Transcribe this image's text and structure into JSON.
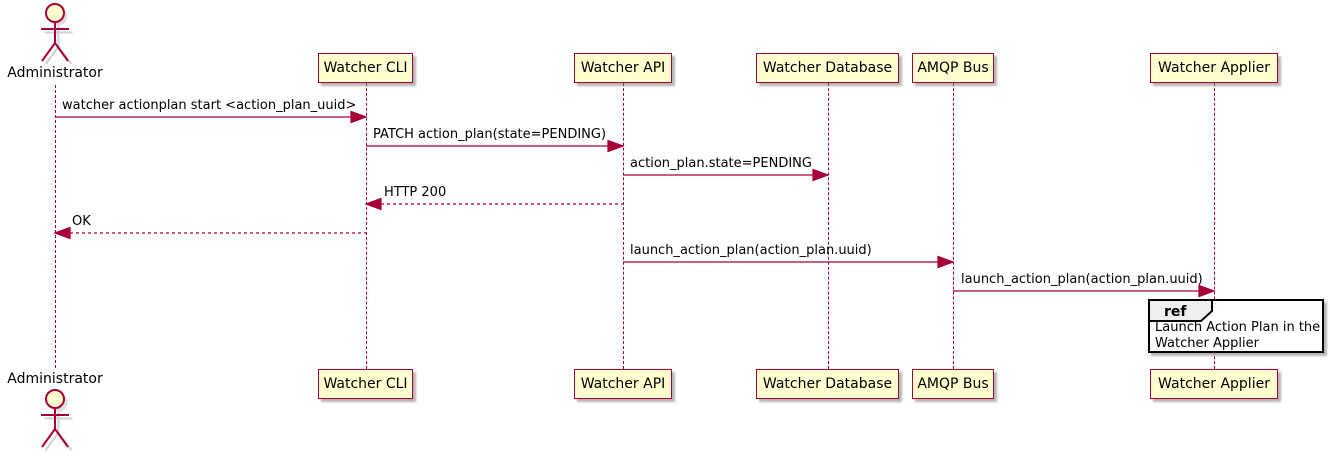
{
  "diagram": {
    "type": "uml-sequence",
    "actor": {
      "name": "Administrator"
    },
    "participants": [
      {
        "label": "Watcher CLI"
      },
      {
        "label": "Watcher API"
      },
      {
        "label": "Watcher Database"
      },
      {
        "label": "AMQP Bus"
      },
      {
        "label": "Watcher Applier"
      }
    ],
    "messages": [
      {
        "label": "watcher actionplan start <action_plan_uuid>",
        "from": "Administrator",
        "to": "Watcher CLI",
        "line": "solid"
      },
      {
        "label": "PATCH action_plan(state=PENDING)",
        "from": "Watcher CLI",
        "to": "Watcher API",
        "line": "solid"
      },
      {
        "label": "action_plan.state=PENDING",
        "from": "Watcher API",
        "to": "Watcher Database",
        "line": "solid"
      },
      {
        "label": "HTTP 200",
        "from": "Watcher API",
        "to": "Watcher CLI",
        "line": "dashed"
      },
      {
        "label": "OK",
        "from": "Watcher CLI",
        "to": "Administrator",
        "line": "dashed"
      },
      {
        "label": "launch_action_plan(action_plan.uuid)",
        "from": "Watcher API",
        "to": "AMQP Bus",
        "line": "solid"
      },
      {
        "label": "launch_action_plan(action_plan.uuid)",
        "from": "AMQP Bus",
        "to": "Watcher Applier",
        "line": "solid"
      }
    ],
    "ref": {
      "keyword": "ref",
      "line1": "Launch Action Plan in the",
      "line2": "Watcher Applier"
    },
    "colors": {
      "participant_fill": "#FEFECE",
      "accent_border": "#A80036",
      "ref_border": "#000000",
      "ref_header_fill": "#EEEEEE",
      "text": "#000000",
      "background": "#FFFFFF"
    }
  }
}
